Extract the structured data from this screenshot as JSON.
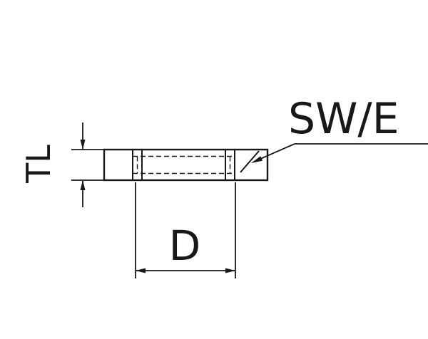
{
  "page": {
    "background_color": "#ffffff",
    "line_color": "#181818"
  },
  "diagram": {
    "type": "technical-drawing",
    "description": "Dimensioned side view of a threaded flat part (nut/die) with hidden thread lines and chamfer callout",
    "labels": {
      "width_across_flats": "SW/E",
      "thickness": "TL",
      "diameter": "D"
    }
  }
}
